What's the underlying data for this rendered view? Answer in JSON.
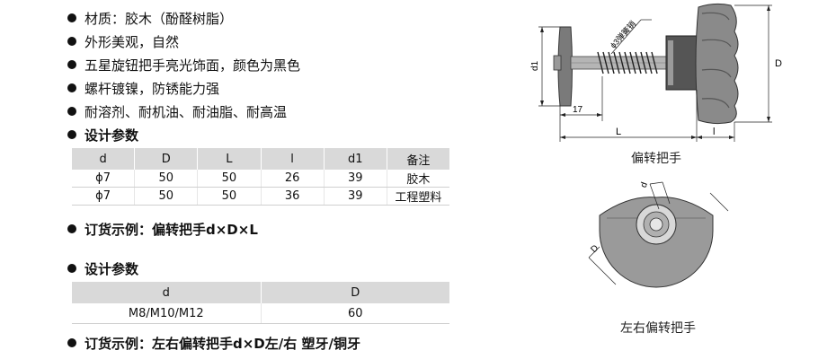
{
  "features": [
    "材质：胶木（酚醛树脂）",
    "外形美观，自然",
    "五星旋钮把手亮光饰面，颜色为黑色",
    "螺杆镀镍，防锈能力强",
    "耐溶剂、耐机油、耐油脂、耐高温"
  ],
  "section1": {
    "title": "设计参数",
    "headers": [
      "d",
      "D",
      "L",
      "l",
      "d1",
      "备注"
    ],
    "rows": [
      [
        "ϕ7",
        "50",
        "50",
        "26",
        "39",
        "胶木"
      ],
      [
        "ϕ7",
        "50",
        "50",
        "36",
        "39",
        "工程塑料"
      ]
    ],
    "order_example": "订货示例：偏转把手d×D×L"
  },
  "section2": {
    "title": "设计参数",
    "headers": [
      "d",
      "D"
    ],
    "rows": [
      [
        "M8/M10/M12",
        "60"
      ]
    ],
    "order_example": "订货示例：左右偏转把手d×D左/右  塑牙/铜牙"
  },
  "figure1": {
    "caption": "偏转把手",
    "labels": {
      "d1": "d1",
      "dim17": "17",
      "L": "L",
      "l": "l",
      "D": "D",
      "spring": "ϕ3弹簧销"
    }
  },
  "figure2": {
    "caption": "左右偏转把手",
    "labels": {
      "d": "d",
      "D": "D"
    }
  }
}
